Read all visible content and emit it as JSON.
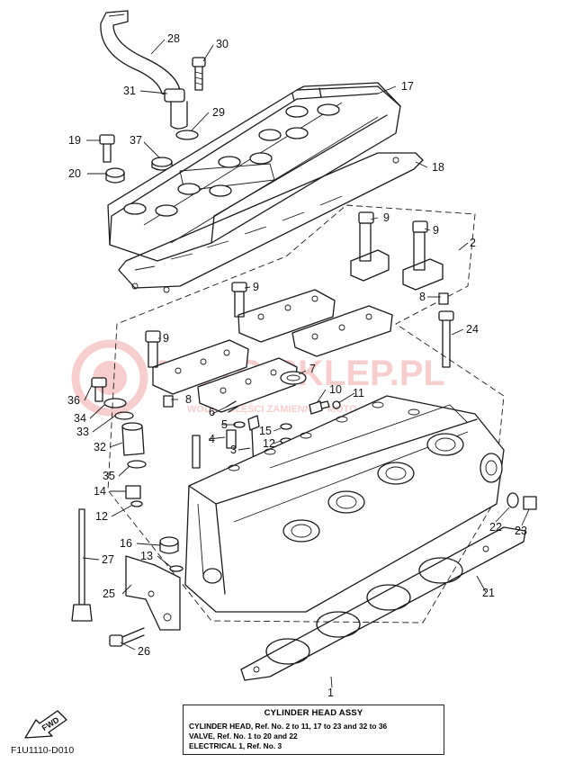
{
  "callouts": {
    "c1": "1",
    "c2": "2",
    "c3": "3",
    "c4": "4",
    "c5": "5",
    "c6": "6",
    "c7": "7",
    "c8a": "8",
    "c8b": "8",
    "c9a": "9",
    "c9b": "9",
    "c9c": "9",
    "c9d": "9",
    "c10": "10",
    "c11": "11",
    "c12a": "12",
    "c12b": "12",
    "c13": "13",
    "c14": "14",
    "c15": "15",
    "c16": "16",
    "c17": "17",
    "c18": "18",
    "c19": "19",
    "c20": "20",
    "c21": "21",
    "c22": "22",
    "c23": "23",
    "c24": "24",
    "c25": "25",
    "c26": "26",
    "c27": "27",
    "c28": "28",
    "c29": "29",
    "c30": "30",
    "c31": "31",
    "c32": "32",
    "c33": "33",
    "c34": "34",
    "c35": "35",
    "c36": "36",
    "c37": "37"
  },
  "watermark": {
    "brand": "MOTO SKLEP.PL",
    "subtitle": "WODNE CZĘŚCI ZAMIENNE · MOTO"
  },
  "caption": {
    "title": "CYLINDER HEAD ASSY",
    "line1": "CYLINDER HEAD,  Ref. No. 2 to 11, 17 to 23 and 32 to 36",
    "line2": "VALVE,  Ref. No. 1 to 20 and 22",
    "line3": "ELECTRICAL 1,  Ref. No. 3"
  },
  "fwd_label": "FWD",
  "diagram_code": "F1U1110-D010",
  "colors": {
    "line": "#1a1a1a",
    "watermark": "#e46a6a"
  }
}
